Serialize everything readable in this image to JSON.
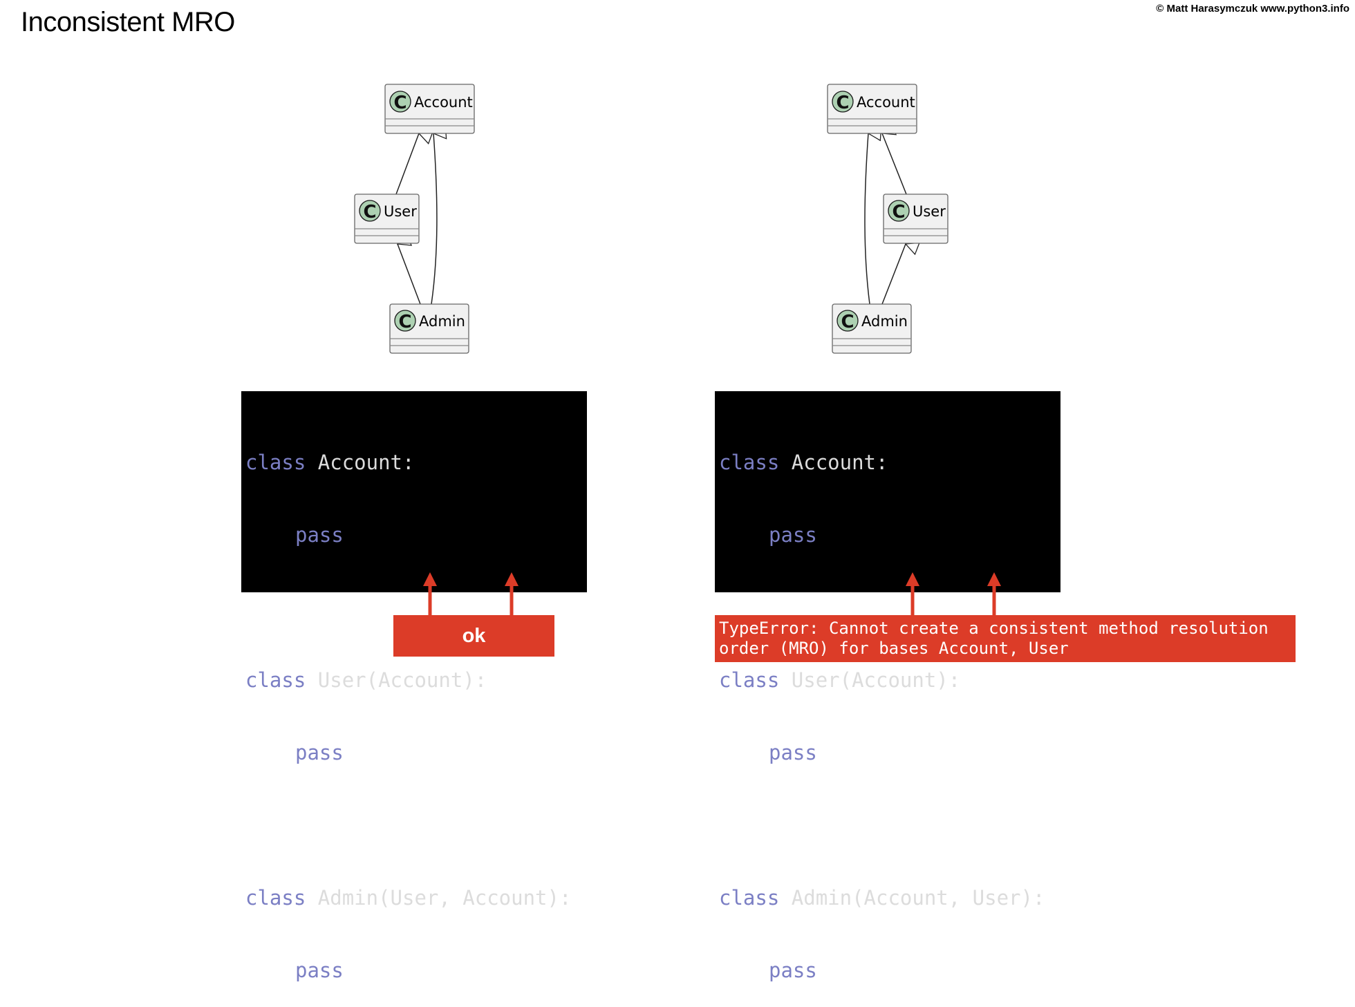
{
  "title": "Inconsistent MRO",
  "copyright": "© Matt Harasymczuk www.python3.info",
  "class_icon_letter": "C",
  "colors": {
    "code_bg": "#000000",
    "keyword": "#7b7fc4",
    "code_text": "#dcdcdc",
    "highlight": "#dc3c28",
    "class_icon_fill": "#add1b2"
  },
  "left": {
    "classes": {
      "account": "Account",
      "user": "User",
      "admin": "Admin"
    },
    "code": {
      "l1_kw": "class",
      "l1_rest": " Account:",
      "l2_kw": "pass",
      "l3_kw": "class",
      "l3_rest": " User(Account):",
      "l4_kw": "pass",
      "l5_kw": "class",
      "l5_rest": " Admin(User, Account):",
      "l6_kw": "pass"
    },
    "result": "ok"
  },
  "right": {
    "classes": {
      "account": "Account",
      "user": "User",
      "admin": "Admin"
    },
    "code": {
      "l1_kw": "class",
      "l1_rest": " Account:",
      "l2_kw": "pass",
      "l3_kw": "class",
      "l3_rest": " User(Account):",
      "l4_kw": "pass",
      "l5_kw": "class",
      "l5_rest": " Admin(Account, User):",
      "l6_kw": "pass"
    },
    "result_line1": "TypeError: Cannot create a consistent method resolution",
    "result_line2": "order (MRO) for bases Account, User"
  }
}
